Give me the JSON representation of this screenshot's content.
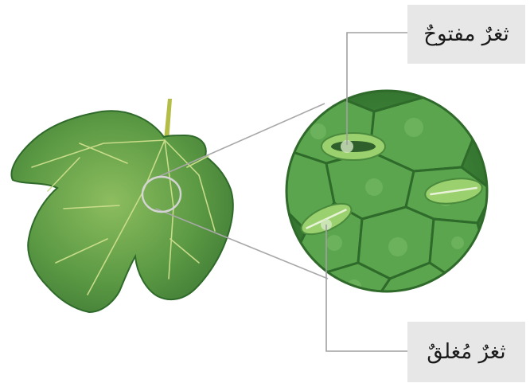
{
  "labels": {
    "open_stoma": "ثغرٌ مفتوحٌ",
    "closed_stoma": "ثغرٌ مُغلقٌ"
  },
  "colors": {
    "leaf_dark": "#3f7a35",
    "leaf_mid": "#5c9a44",
    "leaf_light": "#8dbd5f",
    "vein": "#c8dc8a",
    "stem": "#b4be46",
    "cells_bg": "#3c8238",
    "cell": "#5aa54e",
    "stoma_guard": "#9bd06f",
    "connector": "#a8a8a8",
    "label_bg": "#e7e7e8"
  },
  "icons": [
    "fig-leaf",
    "magnifier-circle",
    "open-stoma-icon",
    "closed-stoma-icon"
  ]
}
